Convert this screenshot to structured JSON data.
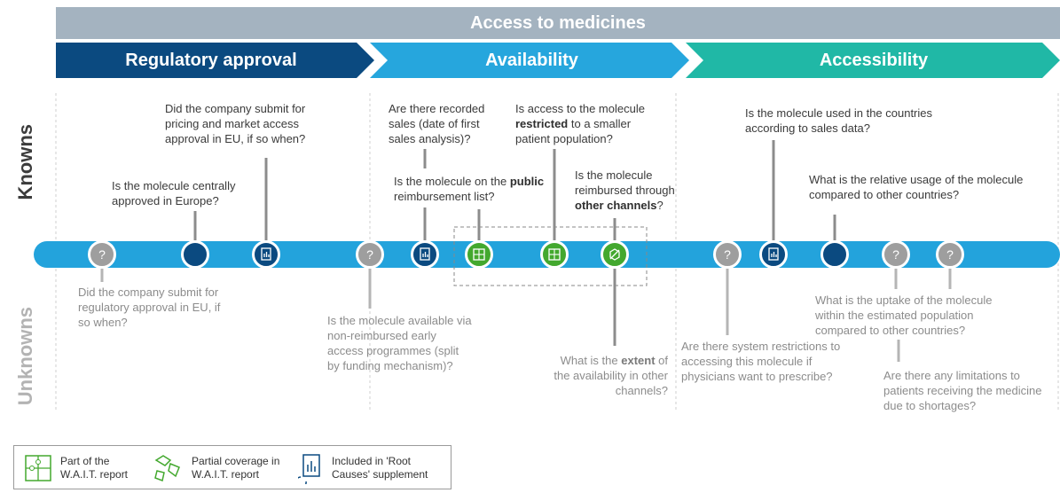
{
  "banner": {
    "title": "Access to medicines"
  },
  "phases": [
    "Regulatory approval",
    "Availability",
    "Accessibility"
  ],
  "side_labels": {
    "knowns": "Knowns",
    "unknowns": "Unknowns"
  },
  "colors": {
    "banner": "#a4b3c0",
    "regulatory": "#0b4a80",
    "availability": "#26a6dd",
    "accessibility": "#20b8a6",
    "timeline": "#23a3dc",
    "grey_node": "#9e9e9e",
    "navy_node": "#0b4a80",
    "green_node": "#43a82e"
  },
  "knowns": {
    "k1": {
      "text": "Is the molecule centrally approved in Europe?"
    },
    "k2": {
      "text": "Did the company submit for pricing and market access approval in EU, if so when?"
    },
    "k3": {
      "text": "Are there recorded sales (date of first sales analysis)?"
    },
    "k4": {
      "pre": "Is the molecule on the ",
      "bold": "public",
      "post": " reimbursement list?"
    },
    "k5": {
      "pre": "Is access to the molecule ",
      "bold": "restricted",
      "post": " to a smaller patient population?"
    },
    "k6": {
      "pre": "Is the molecule reimbursed through ",
      "bold": "other channels",
      "post": "?"
    },
    "k7": {
      "text": "Is the molecule used in the countries according to sales data?"
    },
    "k8": {
      "text": "What is the relative usage of the molecule compared to other countries?"
    }
  },
  "unknowns": {
    "u1": {
      "text": "Did the company submit for regulatory approval in EU, if so when?"
    },
    "u2": {
      "text": "Is the molecule available via non-reimbursed early access programmes (split by funding mechanism)?"
    },
    "u3": {
      "pre": "What is the ",
      "bold": "extent",
      "post": " of the availability in other channels?"
    },
    "u4": {
      "text": "Are there system restrictions to accessing this molecule if physicians want to prescribe?"
    },
    "u5": {
      "text": "What is the uptake of the molecule within the estimated population compared to other countries?"
    },
    "u6": {
      "text": "Are there any limitations to patients receiving the medicine due to shortages?"
    }
  },
  "nodes": [
    {
      "type": "grey",
      "icon": "question-icon",
      "glyph": "?"
    },
    {
      "type": "navy",
      "icon": "none"
    },
    {
      "type": "navy",
      "icon": "report-icon"
    },
    {
      "type": "grey",
      "icon": "question-icon",
      "glyph": "?"
    },
    {
      "type": "navy",
      "icon": "report-icon"
    },
    {
      "type": "green",
      "icon": "puzzle-icon"
    },
    {
      "type": "green",
      "icon": "puzzle-icon"
    },
    {
      "type": "green",
      "icon": "partial-puzzle-icon"
    },
    {
      "type": "grey",
      "icon": "question-icon",
      "glyph": "?"
    },
    {
      "type": "navy",
      "icon": "report-icon"
    },
    {
      "type": "navy",
      "icon": "none"
    },
    {
      "type": "grey",
      "icon": "question-icon",
      "glyph": "?"
    },
    {
      "type": "grey",
      "icon": "question-icon",
      "glyph": "?"
    }
  ],
  "legend": {
    "part_of_wait": "Part of the W.A.I.T. report",
    "partial_coverage": "Partial coverage in W.A.I.T. report",
    "root_causes": "Included in 'Root Causes' supplement"
  }
}
